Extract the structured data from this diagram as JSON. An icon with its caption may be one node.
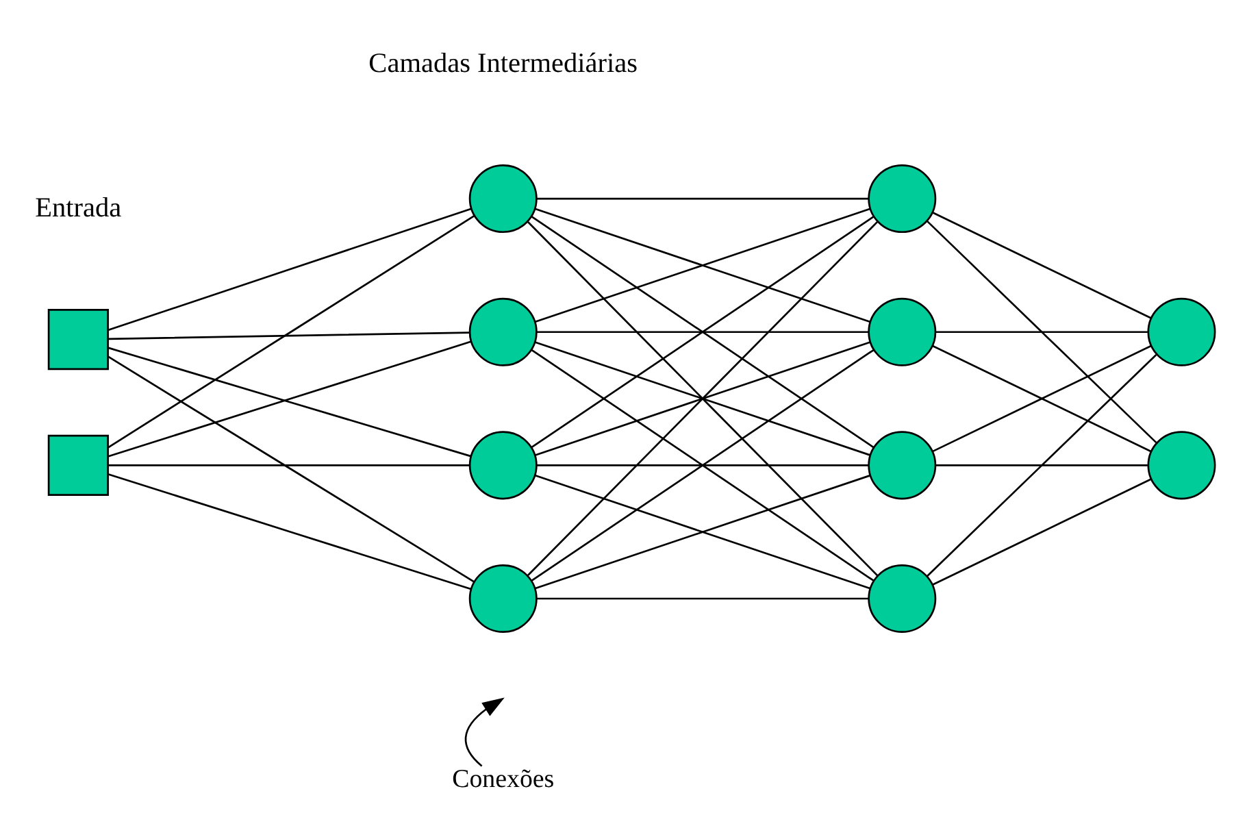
{
  "diagram": {
    "nodes": [
      {
        "text": [],
        "shape": "box"
      },
      {
        "text": [],
        "shape": "box"
      },
      {
        "text": [],
        "shape": "circle"
      },
      {
        "text": [],
        "shape": "circle"
      },
      {
        "text": [],
        "shape": "circle"
      },
      {
        "text": [],
        "shape": "circle"
      },
      {
        "text": [],
        "shape": "circle"
      },
      {
        "text": [],
        "shape": "circle"
      },
      {
        "text": [],
        "shape": "circle"
      },
      {
        "text": [],
        "shape": "circle"
      },
      {
        "text": [],
        "shape": "circle"
      },
      {
        "text": [],
        "shape": "circle"
      },
      {
        "text": [
          "Conexões"
        ]
      }
    ],
    "edges": [
      {
        "from": 0,
        "to": 2,
        "arrow": "none"
      },
      {
        "from": 0,
        "to": 3,
        "arrow": "none"
      },
      {
        "from": 0,
        "to": 4,
        "arrow": "none"
      },
      {
        "from": 0,
        "to": 5,
        "arrow": "none"
      },
      {
        "from": 1,
        "to": 2,
        "arrow": "none"
      },
      {
        "from": 1,
        "to": 3,
        "arrow": "none"
      },
      {
        "from": 1,
        "to": 4,
        "arrow": "none"
      },
      {
        "from": 1,
        "to": 5,
        "arrow": "none"
      },
      {
        "from": 2,
        "to": 6,
        "arrow": "none"
      },
      {
        "from": 2,
        "to": 7,
        "arrow": "none"
      },
      {
        "from": 2,
        "to": 8,
        "arrow": "none"
      },
      {
        "from": 2,
        "to": 9,
        "arrow": "none"
      },
      {
        "from": 3,
        "to": 6,
        "arrow": "none"
      },
      {
        "from": 3,
        "to": 7,
        "arrow": "none"
      },
      {
        "from": 3,
        "to": 8,
        "arrow": "none"
      },
      {
        "from": 3,
        "to": 9,
        "arrow": "none"
      },
      {
        "from": 4,
        "to": 6,
        "arrow": "none"
      },
      {
        "from": 4,
        "to": 7,
        "arrow": "none"
      },
      {
        "from": 4,
        "to": 8,
        "arrow": "none"
      },
      {
        "from": 4,
        "to": 9,
        "arrow": "none"
      },
      {
        "from": 5,
        "to": 6,
        "arrow": "none"
      },
      {
        "from": 5,
        "to": 7,
        "arrow": "none"
      },
      {
        "from": 5,
        "to": 8,
        "arrow": "none"
      },
      {
        "from": 5,
        "to": 9,
        "arrow": "none"
      },
      {
        "from": 6,
        "to": 10,
        "arrow": "none"
      },
      {
        "from": 6,
        "to": 11,
        "arrow": "none"
      },
      {
        "from": 7,
        "to": 10,
        "arrow": "none"
      },
      {
        "from": 7,
        "to": 11,
        "arrow": "none"
      },
      {
        "from": 8,
        "to": 10,
        "arrow": "none"
      },
      {
        "from": 8,
        "to": 11,
        "arrow": "none"
      },
      {
        "from": 9,
        "to": 10,
        "arrow": "none"
      },
      {
        "from": 9,
        "to": 11,
        "arrow": "none"
      },
      {
        "from": 12,
        "to": null,
        "arrow": "to"
      }
    ],
    "labels": [
      "Camadas Intermediárias",
      "Entrada"
    ]
  }
}
